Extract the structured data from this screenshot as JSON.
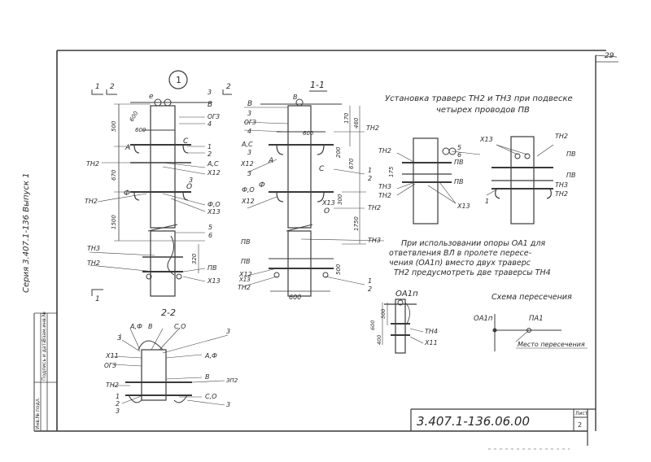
{
  "document": {
    "code": "3.407.1-136.06.00",
    "sheet_label": "Лист",
    "sheet_number": "2",
    "corner_number": "29",
    "side_text": "Серия 3.407.1-136 Выпуск 1",
    "stamp_cols": [
      "Инв.№ подл.",
      "Подпись и дата",
      "Взам.инв.№"
    ]
  },
  "title": {
    "line1": "Установка траверс ТН2 и ТН3 при подвеске",
    "line2": "четырех проводов ПВ"
  },
  "note": {
    "line1": "При использовании опоры ОА1 для",
    "line2": "ответвления ВЛ в пролете пересе-",
    "line3": "чения (ОА1п) вместо двух траверс",
    "line4": "ТН2 предусмотреть две траверсы ТН4"
  },
  "schema": {
    "title": "Схема пересечения",
    "left": "ОА1п",
    "right": "ПА1",
    "place": "Место пересечения"
  },
  "view1": {
    "circle": "1",
    "sec1": "1",
    "sec2": "2",
    "sec3": "2",
    "sec1b": "1",
    "B": "В",
    "e": "е",
    "l3": "3",
    "ogz": "ОГЗ",
    "l4": "4",
    "d600a": "600",
    "d600b": "600",
    "A": "А",
    "C": "С",
    "l1": "1",
    "l2": "2",
    "AC": "А,С",
    "X12": "Х12",
    "TH2a": "ТН2",
    "dim500": "500",
    "dim670": "670",
    "dim1500": "1500",
    "F": "Ф",
    "O": "О",
    "TH2b": "ТН2",
    "FO": "Ф,О",
    "X13": "Х13",
    "l5": "5",
    "l6": "6",
    "dim320": "320",
    "TH3": "ТН3",
    "TH2c": "ТН2",
    "PV": "ПВ",
    "X13b": "Х13"
  },
  "view11": {
    "title": "1-1",
    "B": "В",
    "l3": "3",
    "ogz": "ОГЗ",
    "l4": "4",
    "d600": "600",
    "d170": "170",
    "d460": "460",
    "TH2a": "ТН2",
    "AC": "А,С",
    "l3b": "3",
    "X12": "Х12",
    "l3c": "3",
    "A": "А",
    "C": "С",
    "d200": "200",
    "d670": "670",
    "l1": "1",
    "l2": "2",
    "FO": "Ф,О",
    "X12b": "Х12",
    "F": "Ф",
    "O": "О",
    "d300": "300",
    "X13": "Х13",
    "TH2b": "ТН2",
    "d1750": "1750",
    "PV": "ПВ",
    "PVb": "ПВ",
    "TH3": "ТН3",
    "X12c": "Х12",
    "X13b": "Х13",
    "TH2c": "ТН2",
    "d500": "500",
    "d600b": "600",
    "l1b": "1",
    "l2b": "2"
  },
  "view3": {
    "TH2": "ТН2",
    "d175": "175",
    "d5": "5",
    "d6": "6",
    "PV": "ПВ",
    "PVb": "ПВ",
    "TH3": "ТН3",
    "TH2b": "ТН2",
    "X13": "Х13"
  },
  "view4": {
    "X13": "Х13",
    "TH2": "ТН2",
    "PV": "ПВ",
    "PVb": "ПВ",
    "TH3": "ТН3",
    "TH2b": "ТН2",
    "l1": "1"
  },
  "view22": {
    "title": "2-2",
    "AF": "А,Ф",
    "B": "В",
    "CO": "С,О",
    "l3": "3",
    "l3b": "3",
    "AFr": "А,Ф",
    "X11": "Х11",
    "ogz": "ОГЗ",
    "Br": "В",
    "znp": "ЗП2",
    "TH2": "ТН2",
    "l1": "1",
    "l2": "2",
    "l3c": "3",
    "COr": "С,О",
    "l3d": "3"
  },
  "oa1p": {
    "title": "ОА1п",
    "d600": "600",
    "d500": "500",
    "d400": "400",
    "TH4": "ТН4",
    "X11": "Х11"
  }
}
